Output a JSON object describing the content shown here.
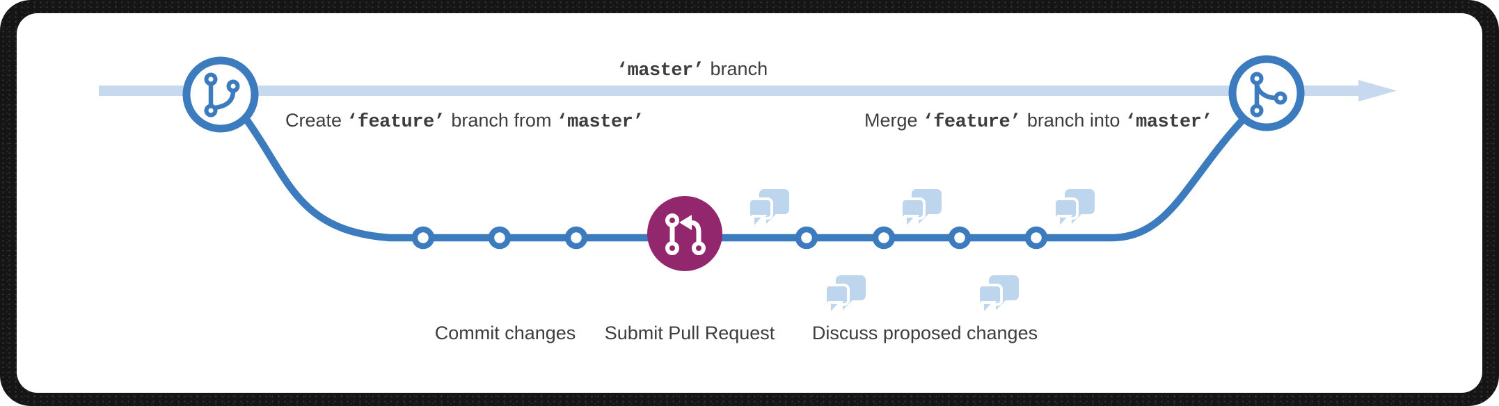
{
  "colors": {
    "blue": "#3b7bbe",
    "lightblue": "#c6d9ee",
    "bubble": "#bed5ee",
    "plum": "#93276d",
    "text": "#3d3d3d",
    "frame": "#151515"
  },
  "labels": {
    "master": {
      "code": "‘master’",
      "rest": "branch"
    },
    "create": {
      "pre": "Create",
      "code1": "‘feature’",
      "mid": "branch from",
      "code2": "‘master’"
    },
    "merge": {
      "pre": "Merge",
      "code1": "‘feature’",
      "mid": "branch into",
      "code2": "‘master’"
    },
    "steps": [
      "Commit changes",
      "Submit Pull Request",
      "Discuss proposed changes"
    ]
  },
  "flow": {
    "branch_points": 2,
    "commits_before_pull_request": 3,
    "commits_after_pull_request": 4,
    "discussion_bubbles": 5,
    "icons": [
      "git-branch-icon",
      "pull-request-icon",
      "chat-bubbles-icon",
      "git-merge-icon",
      "arrowhead-icon"
    ]
  }
}
